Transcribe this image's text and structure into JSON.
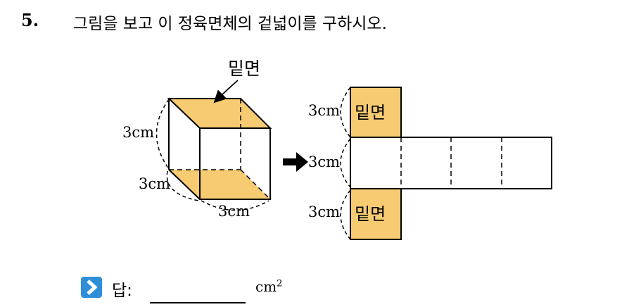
{
  "question": {
    "number": "5.",
    "text": "그림을 보고 이 정육면체의 겉넓이를 구하시오."
  },
  "cube": {
    "base_callout": "밑면",
    "edge_height": "3cm",
    "edge_depth": "3cm",
    "edge_width": "3cm"
  },
  "net": {
    "top_edge": "3cm",
    "middle_edge": "3cm",
    "bottom_edge": "3cm",
    "top_face_label": "밑면",
    "bottom_face_label": "밑면"
  },
  "answer": {
    "label": "답:",
    "unit": "cm",
    "unit_power": "2"
  },
  "colors": {
    "base_fill": "#F7CB72",
    "icon_blue": "#2E8FD8"
  }
}
